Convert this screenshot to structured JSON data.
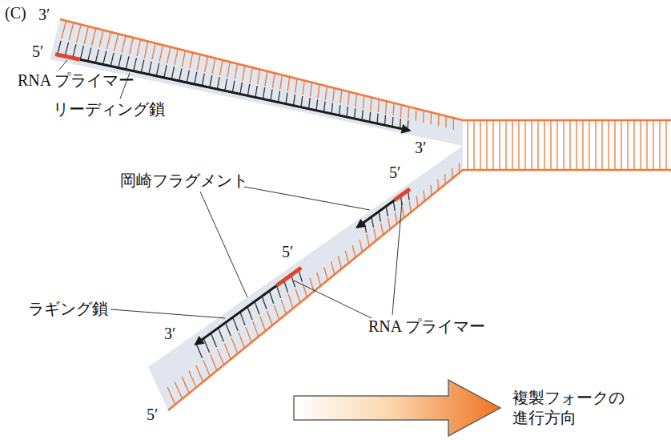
{
  "diagram": {
    "labels": [
      "(C)",
      "3′",
      "5′",
      "RNA プライマー",
      "リーディング鎖",
      "岡崎フラグメント",
      "5′",
      "3′",
      "5′",
      "ラギング鎖",
      "RNA プライマー",
      "3′",
      "5′",
      "複製フォークの 進行方向"
    ]
  }
}
